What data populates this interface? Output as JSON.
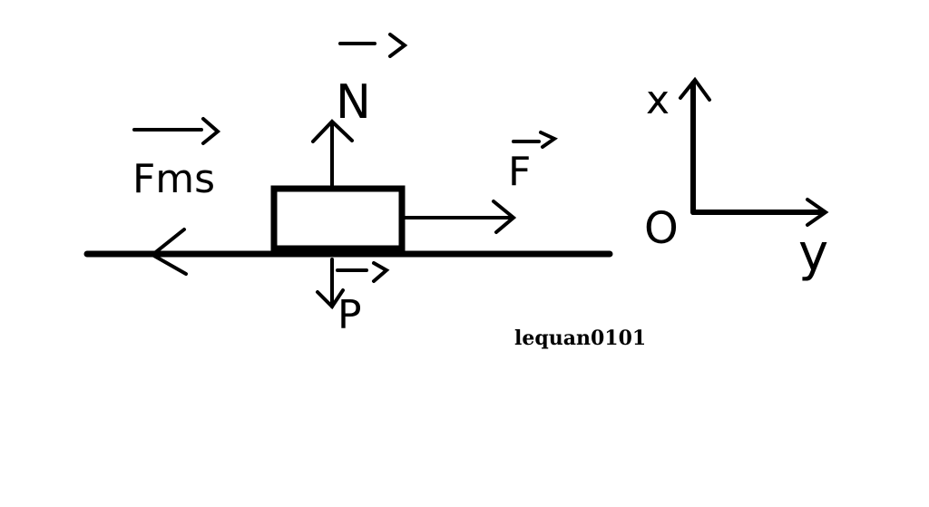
{
  "diagram": {
    "labels": {
      "normal_force": "N",
      "friction_force": "Fms",
      "applied_force": "F",
      "weight": "P",
      "axis_vertical": "x",
      "axis_horizontal": "y",
      "origin": "O"
    },
    "watermark": "lequan0101",
    "ink_color": "#000000",
    "background_color": "#ffffff"
  }
}
